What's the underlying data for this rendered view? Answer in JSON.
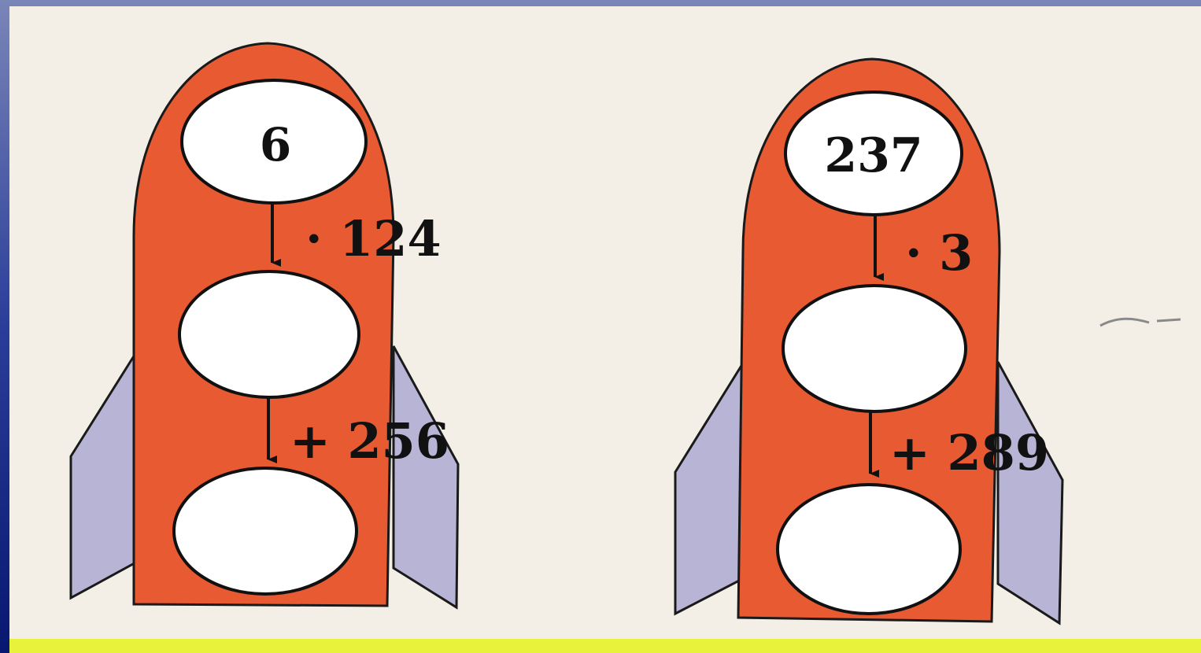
{
  "colors": {
    "rocket_body": "#e85a32",
    "rocket_fin": "#b8b4d6",
    "outline": "#1a1a1a",
    "page_bg": "#f3efe6",
    "frame": "#0b1c7a",
    "bottom_strip": "#e8f23a"
  },
  "rockets": [
    {
      "start_value": "6",
      "step1_operation": "· 124",
      "step2_operation": "+ 256"
    },
    {
      "start_value": "237",
      "step1_operation": "· 3",
      "step2_operation": "+ 289"
    }
  ]
}
